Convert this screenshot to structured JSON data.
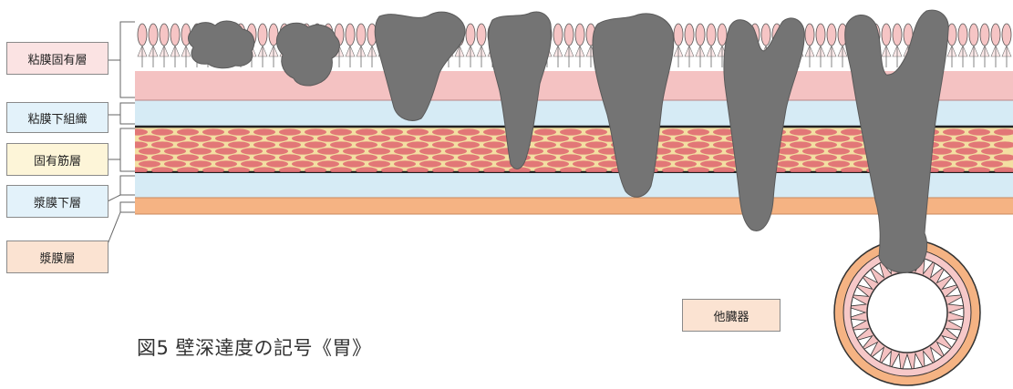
{
  "labels": {
    "mucosa": "粘膜固有層",
    "submucosa": "粘膜下組織",
    "muscularis": "固有筋層",
    "subserosa": "漿膜下層",
    "serosa": "漿膜層",
    "other_organ": "他臓器"
  },
  "caption": "図5 壁深達度の記号《胃》",
  "colors": {
    "mucosa": "#f4c2c2",
    "submucosa": "#d6ebf5",
    "muscle_bg": "#f3dfa2",
    "muscle_cell": "#e06b72",
    "subserosa": "#d6ebf5",
    "serosa": "#f5b383",
    "tumor": "#747474",
    "label_mucosa": "#fbe3e3",
    "label_blue": "#e3f2fa",
    "label_yellow": "#fdf5d8",
    "label_orange": "#fbe3d2"
  }
}
